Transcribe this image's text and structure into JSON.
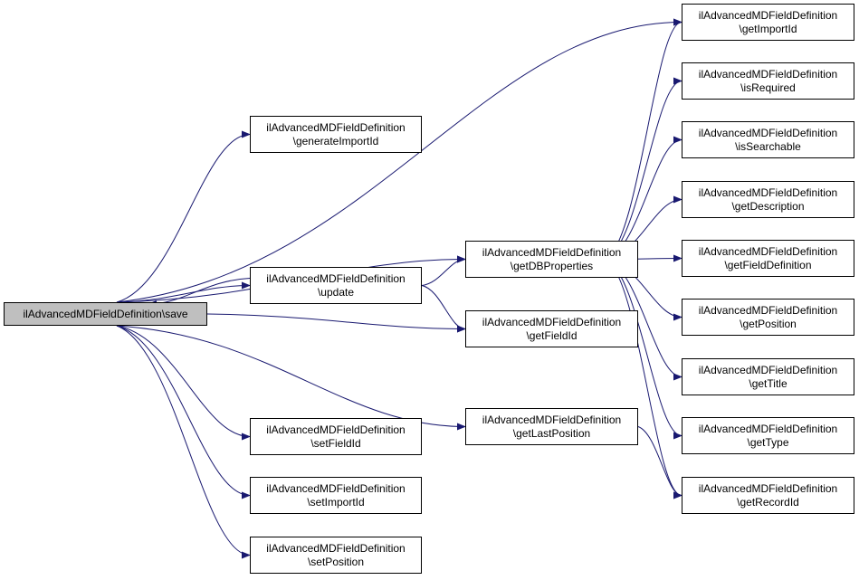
{
  "root": {
    "id": "save",
    "label": "ilAdvancedMDFieldDefinition\\save"
  },
  "nodes": [
    {
      "id": "generateImportId",
      "line1": "ilAdvancedMDFieldDefinition",
      "line2": "\\generateImportId"
    },
    {
      "id": "update",
      "line1": "ilAdvancedMDFieldDefinition",
      "line2": "\\update"
    },
    {
      "id": "setFieldId",
      "line1": "ilAdvancedMDFieldDefinition",
      "line2": "\\setFieldId"
    },
    {
      "id": "setImportId",
      "line1": "ilAdvancedMDFieldDefinition",
      "line2": "\\setImportId"
    },
    {
      "id": "setPosition",
      "line1": "ilAdvancedMDFieldDefinition",
      "line2": "\\setPosition"
    },
    {
      "id": "getDBProperties",
      "line1": "ilAdvancedMDFieldDefinition",
      "line2": "\\getDBProperties"
    },
    {
      "id": "getFieldId",
      "line1": "ilAdvancedMDFieldDefinition",
      "line2": "\\getFieldId"
    },
    {
      "id": "getLastPosition",
      "line1": "ilAdvancedMDFieldDefinition",
      "line2": "\\getLastPosition"
    },
    {
      "id": "getImportId",
      "line1": "ilAdvancedMDFieldDefinition",
      "line2": "\\getImportId"
    },
    {
      "id": "isRequired",
      "line1": "ilAdvancedMDFieldDefinition",
      "line2": "\\isRequired"
    },
    {
      "id": "isSearchable",
      "line1": "ilAdvancedMDFieldDefinition",
      "line2": "\\isSearchable"
    },
    {
      "id": "getDescription",
      "line1": "ilAdvancedMDFieldDefinition",
      "line2": "\\getDescription"
    },
    {
      "id": "getFieldDefinition",
      "line1": "ilAdvancedMDFieldDefinition",
      "line2": "\\getFieldDefinition"
    },
    {
      "id": "getPosition",
      "line1": "ilAdvancedMDFieldDefinition",
      "line2": "\\getPosition"
    },
    {
      "id": "getTitle",
      "line1": "ilAdvancedMDFieldDefinition",
      "line2": "\\getTitle"
    },
    {
      "id": "getType",
      "line1": "ilAdvancedMDFieldDefinition",
      "line2": "\\getType"
    },
    {
      "id": "getRecordId",
      "line1": "ilAdvancedMDFieldDefinition",
      "line2": "\\getRecordId"
    }
  ],
  "edges": [
    [
      "save",
      "getImportId"
    ],
    [
      "save",
      "generateImportId"
    ],
    [
      "save",
      "getDBProperties"
    ],
    [
      "save",
      "update"
    ],
    [
      "save",
      "getFieldId"
    ],
    [
      "save",
      "getLastPosition"
    ],
    [
      "save",
      "setFieldId"
    ],
    [
      "save",
      "setImportId"
    ],
    [
      "save",
      "setPosition"
    ],
    [
      "update",
      "save"
    ],
    [
      "update",
      "getDBProperties"
    ],
    [
      "update",
      "getFieldId"
    ],
    [
      "getDBProperties",
      "getImportId"
    ],
    [
      "getDBProperties",
      "isRequired"
    ],
    [
      "getDBProperties",
      "isSearchable"
    ],
    [
      "getDBProperties",
      "getDescription"
    ],
    [
      "getDBProperties",
      "getFieldDefinition"
    ],
    [
      "getDBProperties",
      "getPosition"
    ],
    [
      "getDBProperties",
      "getTitle"
    ],
    [
      "getDBProperties",
      "getType"
    ],
    [
      "getDBProperties",
      "getRecordId"
    ],
    [
      "getLastPosition",
      "getRecordId"
    ]
  ],
  "colors": {
    "edge": "#191970",
    "node_border": "#000000",
    "root_fill": "#bfbfbf",
    "node_fill": "#ffffff"
  }
}
